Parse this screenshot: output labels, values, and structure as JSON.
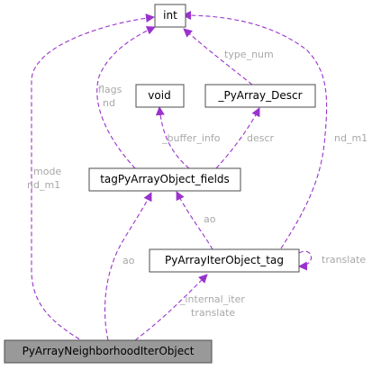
{
  "colors": {
    "edge": "#9a32cd",
    "edge_label": "#a8a8a8",
    "node_border": "#4d4d4d",
    "highlight_fill": "#999999"
  },
  "nodes": {
    "int": "int",
    "void": "void",
    "pyarray_descr": "_PyArray_Descr",
    "tag_fields": "tagPyArrayObject_fields",
    "iter_tag": "PyArrayIterObject_tag",
    "neighborhood": "PyArrayNeighborhoodIterObject"
  },
  "edge_labels": {
    "mode": "mode",
    "nd_m1_left": "nd_m1",
    "flags": "flags",
    "nd": "nd",
    "type_num": "type_num",
    "nd_m1_right": "nd_m1",
    "buffer_info": "_buffer_info",
    "descr": "descr",
    "ao_mid": "ao",
    "ao_left": "ao",
    "translate_self": "translate",
    "internal_iter": "_internal_iter",
    "translate_bottom": "translate"
  }
}
